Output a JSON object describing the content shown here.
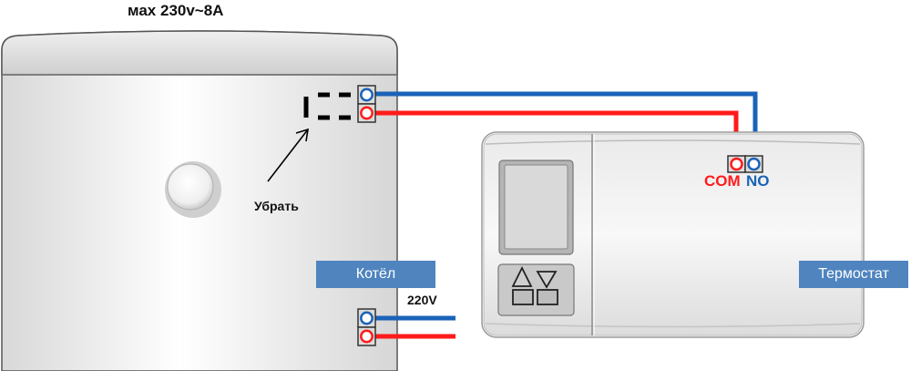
{
  "labels": {
    "max_rating": "мах 230v~8A",
    "remove": "Убрать",
    "voltage": "220V",
    "boiler": "Котёл",
    "thermostat": "Термостат",
    "com": "COM",
    "no": "NO"
  },
  "colors": {
    "live_wire": "#ff1b1b",
    "signal_wire": "#1a63b8",
    "label_tag": "#4f84bf"
  },
  "icons": [
    "arrow-up-icon",
    "arrow-down-icon",
    "boiler-knob-icon"
  ]
}
